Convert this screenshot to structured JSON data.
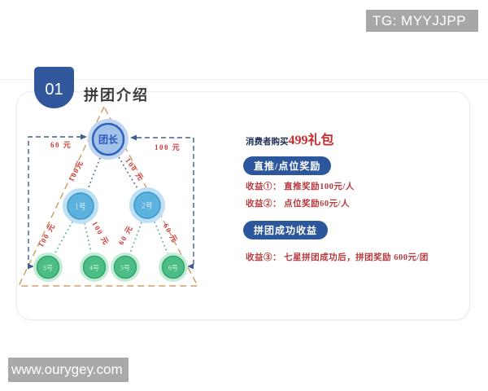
{
  "overlay": {
    "tg": "TG: MYYJJPP",
    "site": "www.ourygey.com"
  },
  "header": {
    "number": "01",
    "title": "拼团介绍"
  },
  "tree": {
    "nodes": {
      "leader": "团长",
      "n1": "1号",
      "n2": "2号",
      "n3": "3号",
      "n4": "4号",
      "n5": "5号",
      "n6": "6号"
    },
    "labels": {
      "arrow_left": "60 元",
      "arrow_right": "100 元",
      "edge_apex_left": "100元",
      "edge_apex_right": "100 元",
      "edge_1_3": "100 元",
      "edge_1_4": "100 元",
      "edge_2_5": "60 元",
      "edge_2_6": "60 元"
    }
  },
  "info": {
    "intro_prefix": "消费者购买",
    "intro_highlight": "499礼包",
    "badge_direct": "直推/点位奖励",
    "income1": "收益①： 直推奖励100元/人",
    "income2": "收益②： 点位奖励60元/人",
    "badge_group": "拼团成功收益",
    "income3": "收益③： 七星拼团成功后，拼团奖励 600元/团"
  },
  "colors": {
    "accent_blue": "#2d579c",
    "red_label": "#cf3a3c",
    "leader_fill": "#a3c2ea",
    "leader_ring": "#2b63c0",
    "mid_fill": "#5cb1dd",
    "green_fill": "#4dbd87",
    "triangle_dash": "#cf9f6b",
    "navy_dash": "#3f5f93",
    "teal_dot": "#4fae9e"
  }
}
